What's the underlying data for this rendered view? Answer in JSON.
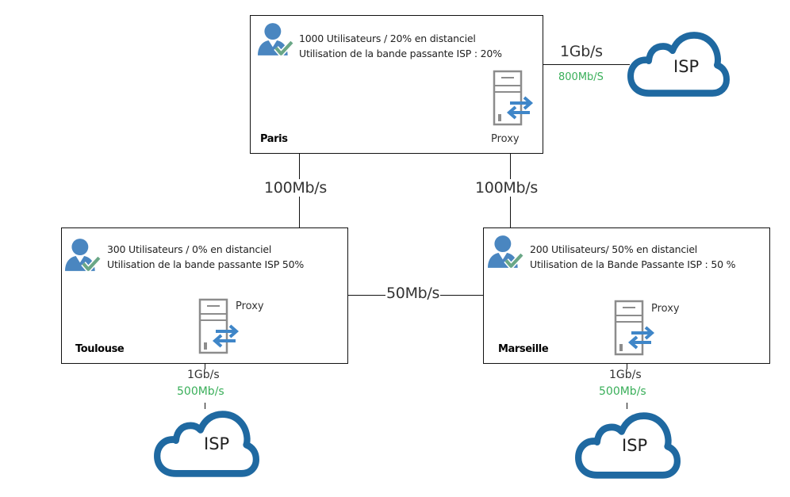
{
  "sites": {
    "paris": {
      "name": "Paris",
      "line1": "1000 Utilisateurs / 20% en distanciel",
      "line2": "Utilisation de la bande passante ISP : 20%",
      "proxy_label": "Proxy"
    },
    "toulouse": {
      "name": "Toulouse",
      "line1": "300 Utilisateurs / 0% en distanciel",
      "line2": "Utilisation de la bande passante  ISP  50%",
      "proxy_label": "Proxy"
    },
    "marseille": {
      "name": "Marseille",
      "line1": "200 Utilisateurs/ 50% en distanciel",
      "line2": "Utilisation de la Bande Passante ISP : 50 %",
      "proxy_label": "Proxy"
    }
  },
  "links": {
    "paris_toulouse": "100Mb/s",
    "paris_marseille": "100Mb/s",
    "toulouse_marseille": "50Mb/s",
    "paris_isp": {
      "capacity": "1Gb/s",
      "usage": "800Mb/S"
    },
    "toulouse_isp": {
      "capacity": "1Gb/s",
      "usage": "500Mb/s"
    },
    "marseille_isp": {
      "capacity": "1Gb/s",
      "usage": "500Mb/s"
    }
  },
  "isp_label": "ISP",
  "colors": {
    "cloud": "#1f69a1",
    "user_icon": "#4a86c0",
    "check": "#6aa786",
    "arrows": "#3f86c8",
    "usage_text": "#3aaf5a"
  }
}
